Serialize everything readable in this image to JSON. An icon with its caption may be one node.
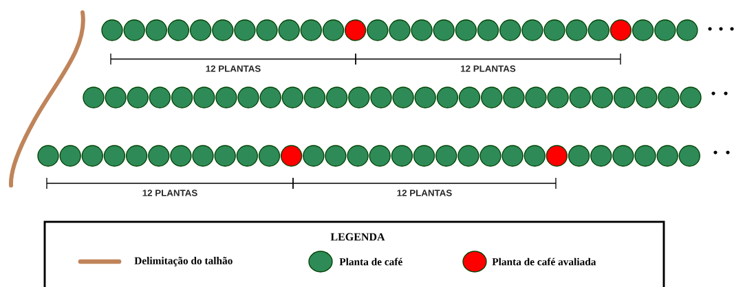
{
  "diagram": {
    "labels": [
      "12 PLANTAS",
      "12 PLANTAS",
      "12 PLANTAS",
      "12 PLANTAS",
      "LEGENDA"
    ],
    "legend": [
      {
        "text": "Delimitação do talhão"
      },
      {
        "text": "Planta de café",
        "color": "#2e8b57"
      },
      {
        "text": "Planta de café avaliada",
        "color": "#ff0000"
      }
    ]
  }
}
